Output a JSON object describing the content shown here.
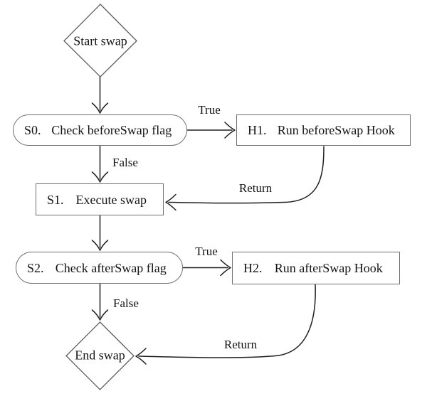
{
  "diagram": {
    "type": "flowchart",
    "background": "#ffffff",
    "colors": {
      "edge": "#1e1e1e",
      "node_border": "#6f6f6f",
      "diamond_border": "#5c5c5c",
      "text": "#141414"
    },
    "nodes": {
      "start": {
        "shape": "diamond",
        "label": "Start swap"
      },
      "s0": {
        "shape": "stadium",
        "id": "S0.",
        "label": "Check beforeSwap flag"
      },
      "h1": {
        "shape": "rect",
        "id": "H1.",
        "label": "Run beforeSwap Hook"
      },
      "s1": {
        "shape": "rect",
        "id": "S1.",
        "label": "Execute swap"
      },
      "s2": {
        "shape": "stadium",
        "id": "S2.",
        "label": "Check afterSwap flag"
      },
      "h2": {
        "shape": "rect",
        "id": "H2.",
        "label": "Run afterSwap Hook"
      },
      "end": {
        "shape": "diamond",
        "label": "End swap"
      }
    },
    "edges": [
      {
        "from": "start",
        "to": "s0",
        "label": ""
      },
      {
        "from": "s0",
        "to": "h1",
        "label": "True"
      },
      {
        "from": "s0",
        "to": "s1",
        "label": "False"
      },
      {
        "from": "h1",
        "to": "s1",
        "label": "Return"
      },
      {
        "from": "s1",
        "to": "s2",
        "label": ""
      },
      {
        "from": "s2",
        "to": "h2",
        "label": "True"
      },
      {
        "from": "s2",
        "to": "end",
        "label": "False"
      },
      {
        "from": "h2",
        "to": "end",
        "label": "Return"
      }
    ]
  }
}
